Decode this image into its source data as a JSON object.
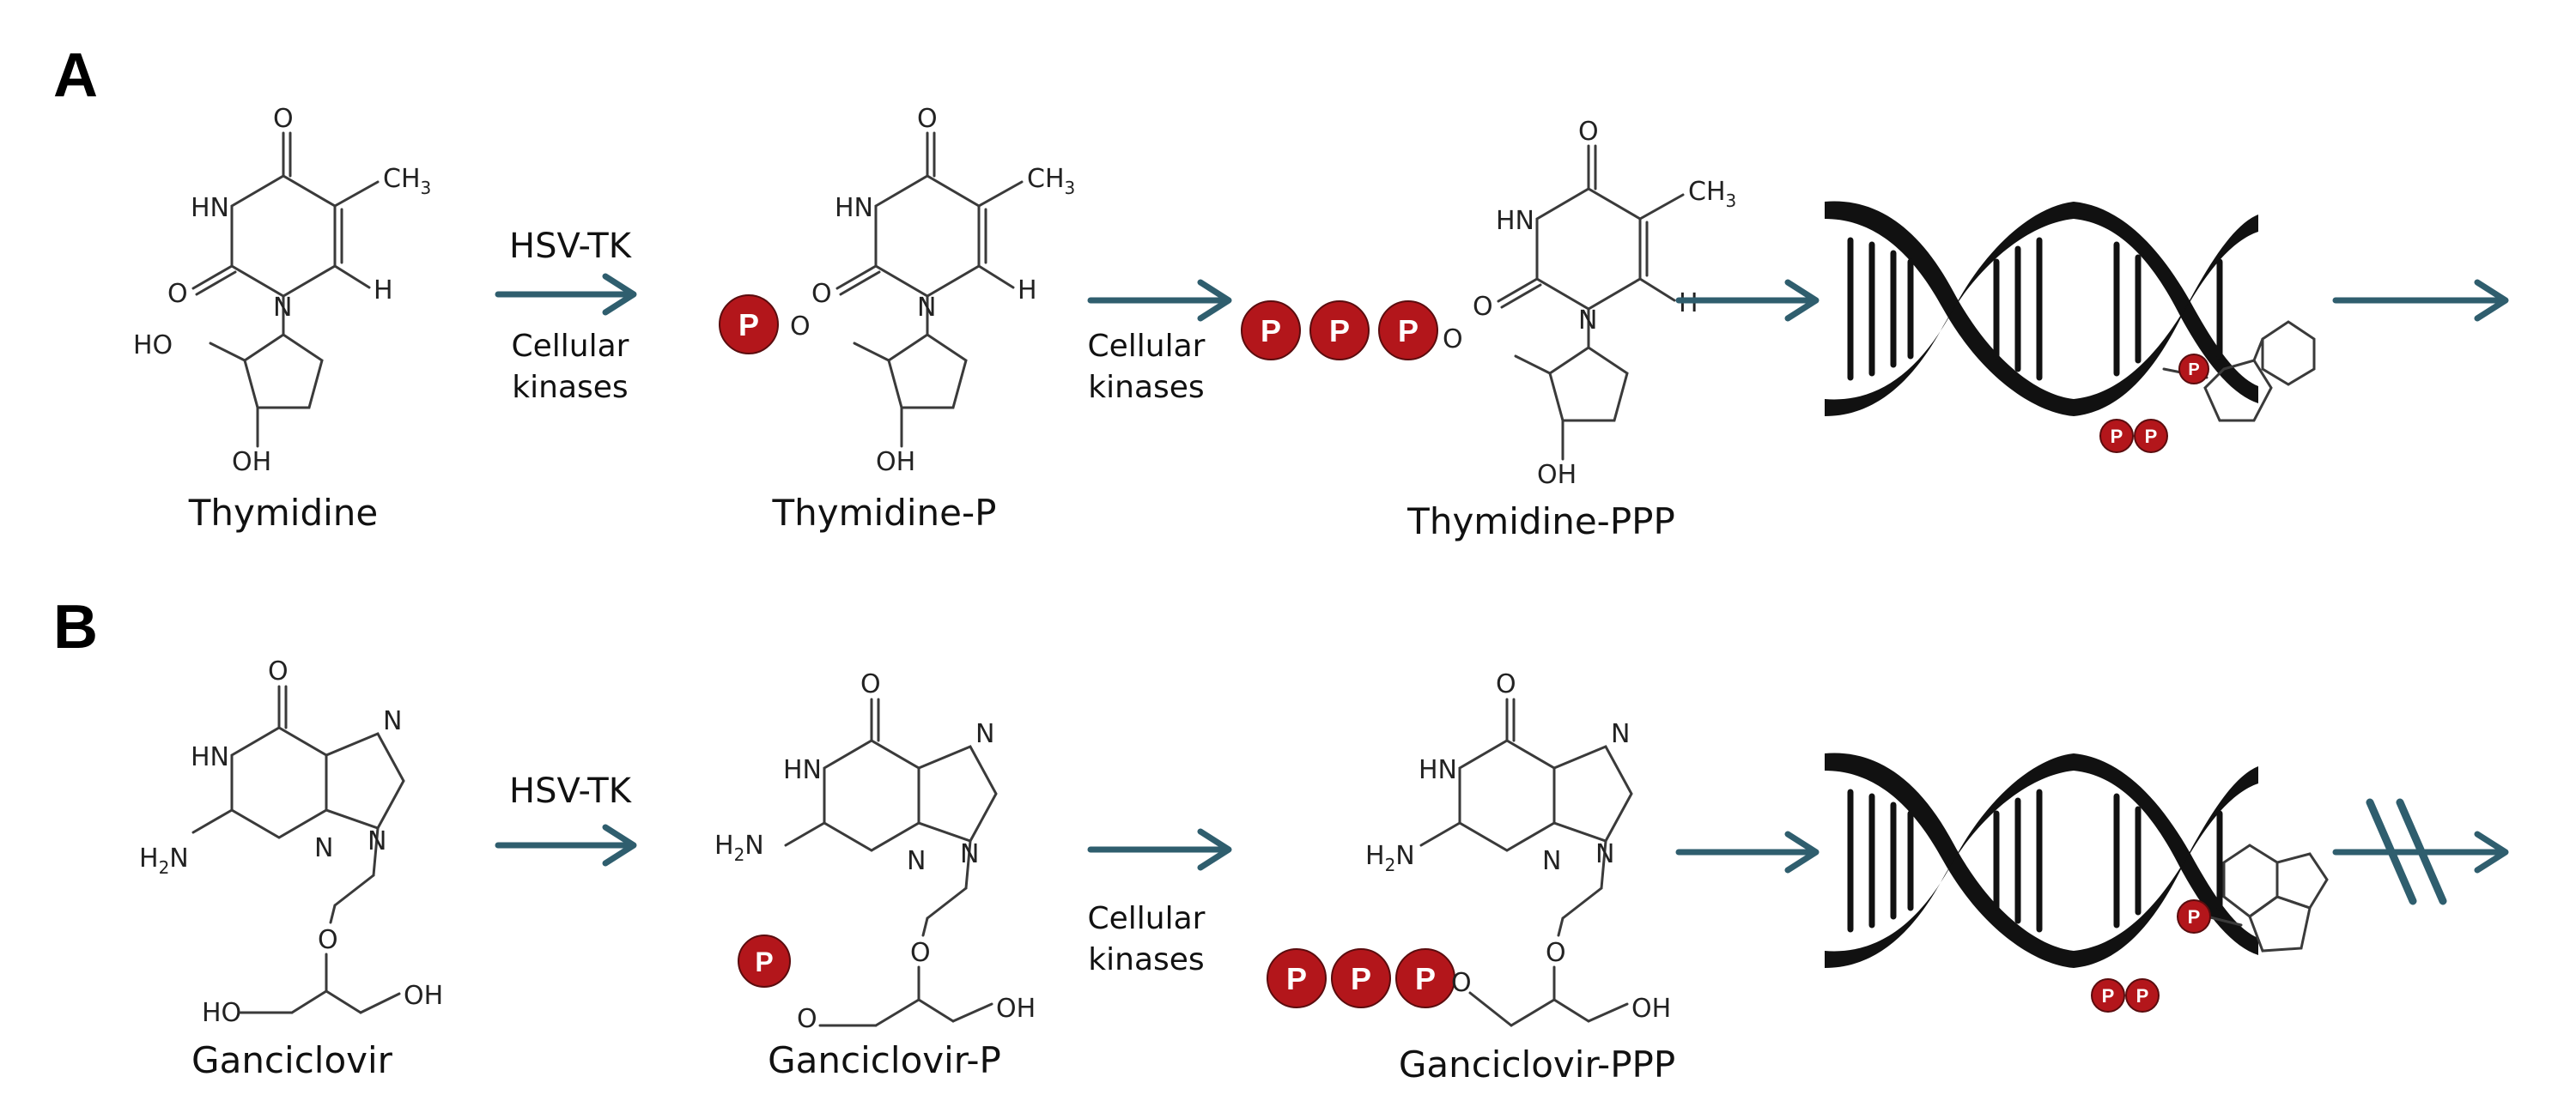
{
  "panels": {
    "a": {
      "letter": "A",
      "enzyme_step1": "HSV-TK",
      "cellular_step1": [
        "Cellular",
        "kinases"
      ],
      "cellular_step2": [
        "Cellular",
        "kinases"
      ],
      "molecules": [
        "Thymidine",
        "Thymidine-P",
        "Thymidine-PPP"
      ],
      "pyrophosphate": "P P"
    },
    "b": {
      "letter": "B",
      "enzyme_step1": "HSV-TK",
      "cellular_step2": [
        "Cellular",
        "kinases"
      ],
      "molecules": [
        "Ganciclovir",
        "Ganciclovir-P",
        "Ganciclovir-PPP"
      ],
      "pyrophosphate": "P P"
    }
  },
  "atoms": {
    "o": "O",
    "hn": "HN",
    "n": "N",
    "h": "H",
    "ch3": "CH",
    "ch3_sub": "3",
    "ho": "HO",
    "oh": "OH",
    "h2n": "H",
    "h2n_sub": "2",
    "h2n_tail": "N"
  },
  "phosphate_label": "P",
  "colors": {
    "arrow": "#2f5e6e",
    "phosphate": "#b3161b",
    "dna": "#111111"
  },
  "icons": [
    "phosphate-ball",
    "dna-double-helix",
    "reaction-arrow",
    "chain-termination-mark"
  ]
}
